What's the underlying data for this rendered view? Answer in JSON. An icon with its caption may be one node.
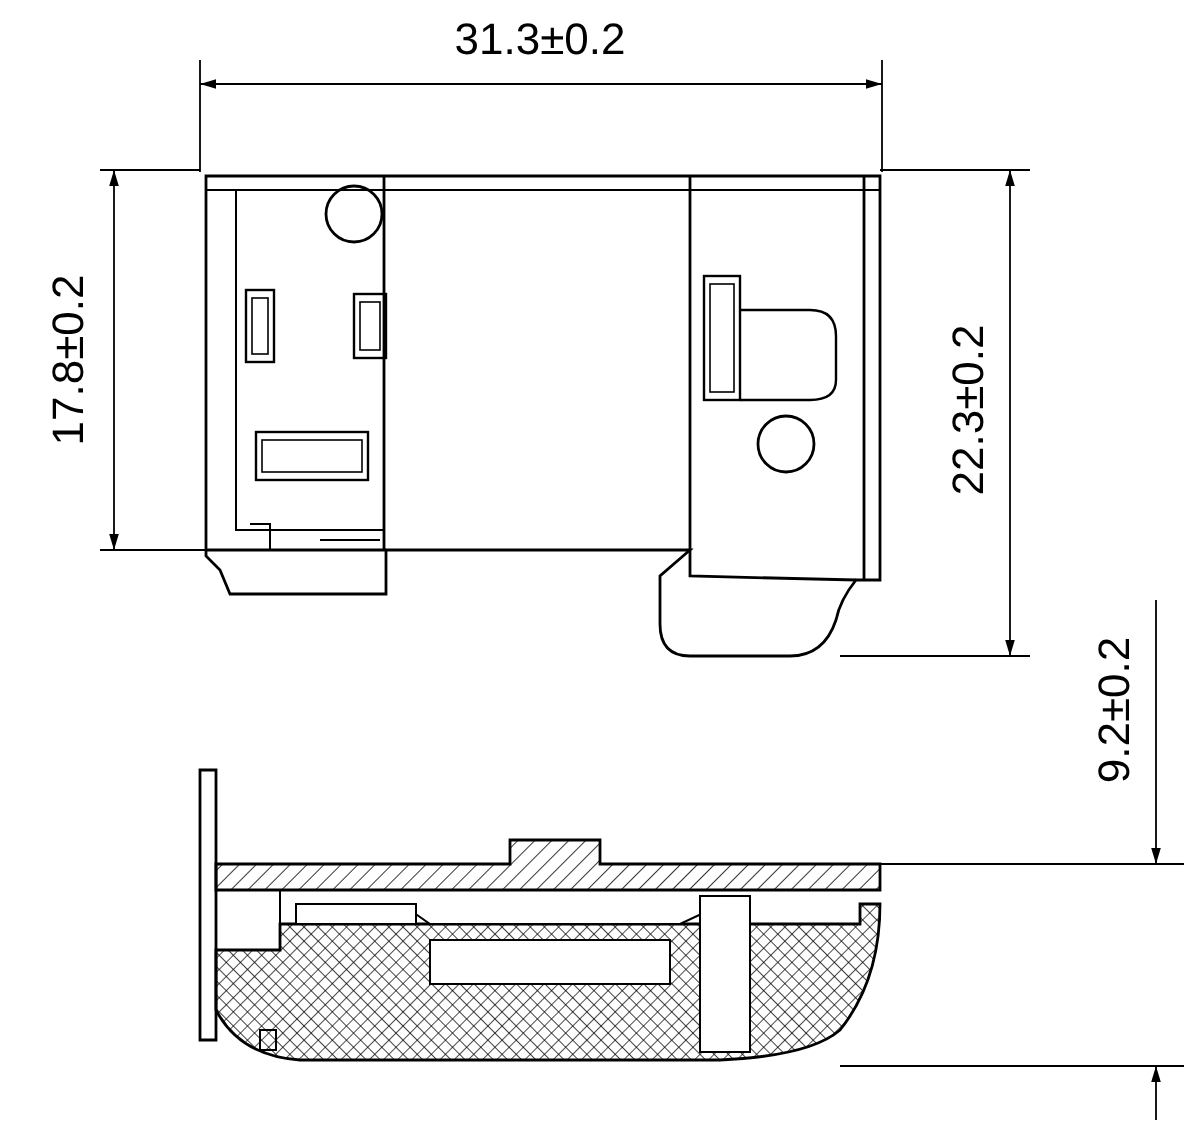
{
  "diagram": {
    "labels": [
      "31.3±0.2",
      "17.8±0.2",
      "22.3±0.2",
      "9.2±0.2"
    ]
  }
}
